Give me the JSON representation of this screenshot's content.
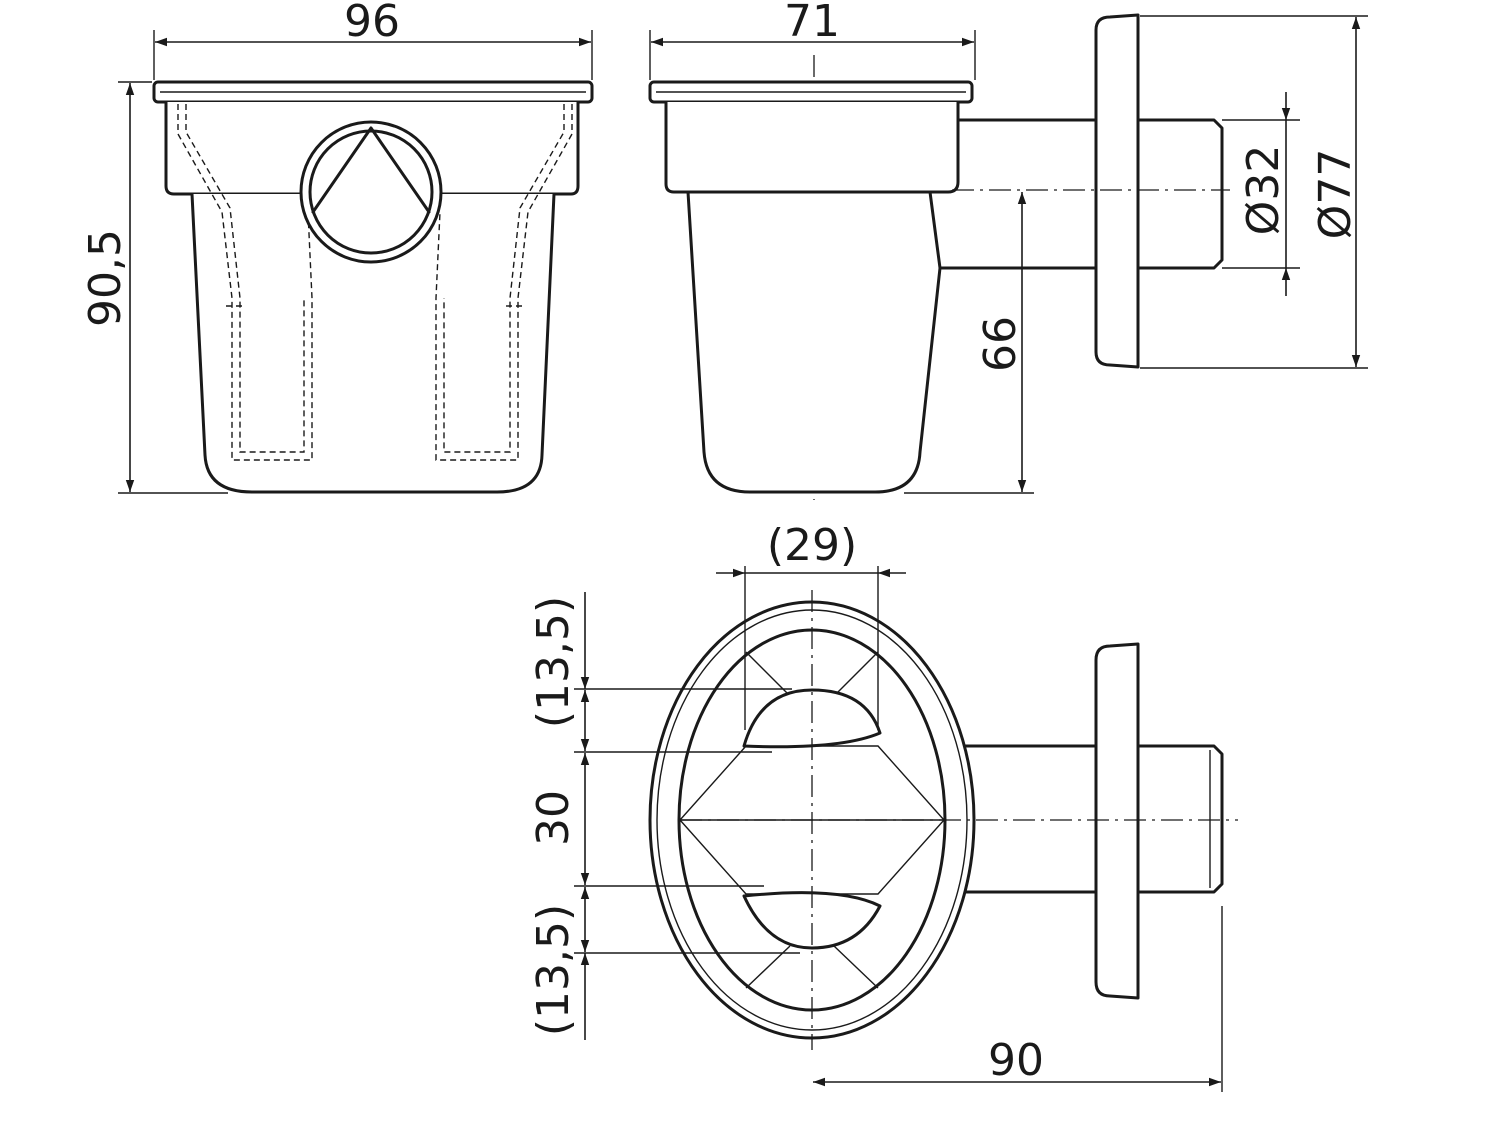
{
  "dimensions": {
    "front_width": "96",
    "front_height": "90,5",
    "side_width": "71",
    "outlet_height": "66",
    "outlet_diameter": "Ø32",
    "flange_diameter": "Ø77",
    "slot_spacing": "(29)",
    "slot_top": "(13,5)",
    "slot_middle": "30",
    "slot_bottom": "(13,5)",
    "outlet_length": "90"
  },
  "colors": {
    "line": "#1a1a1a",
    "background": "#ffffff"
  }
}
